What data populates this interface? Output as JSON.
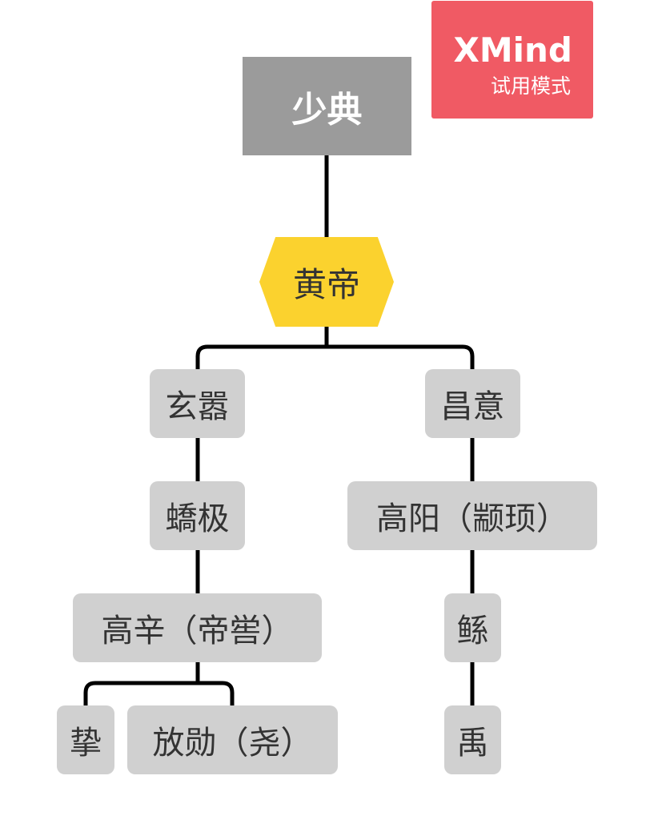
{
  "watermark": {
    "brand": "XMind",
    "subtitle": "试用模式",
    "color": "#f05a64"
  },
  "tree": {
    "root": "少典",
    "main": "黄帝",
    "branches": [
      {
        "lineage": [
          "玄嚣",
          "蟜极",
          "高辛（帝喾）"
        ],
        "sons": [
          "挚",
          "放勋（尧）"
        ]
      },
      {
        "lineage": [
          "昌意",
          "高阳（颛顼）",
          "鲧",
          "禹"
        ]
      }
    ]
  },
  "colors": {
    "root": "#9b9b9b",
    "main": "#fbd22e",
    "topic": "#d0d0d0",
    "line": "#000000"
  }
}
